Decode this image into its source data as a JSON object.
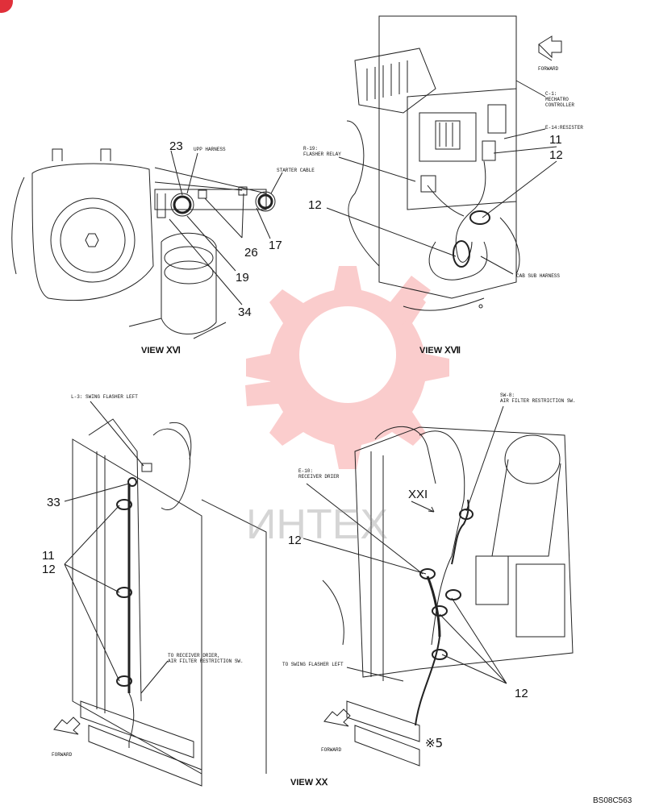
{
  "sheet_code": "BS08C563",
  "watermark": "ИНТЕХ",
  "views": {
    "xvi": {
      "title": "VIEW ⅩⅥ",
      "labels": {
        "upp_harness": "UPP HARNESS",
        "starter_cable": "STARTER CABLE"
      },
      "callouts": [
        "23",
        "26",
        "17",
        "19",
        "34"
      ]
    },
    "xvii": {
      "title": "VIEW ⅩⅦ",
      "forward": "FORWARD",
      "labels": {
        "c1": "C-1:\nMECHATRO\nCONTROLLER",
        "e14": "E-14:RESISTER",
        "r19": "R-19:\nFLASHER RELAY",
        "cab_sub": "CAB SUB HARNESS"
      },
      "callouts": [
        "11",
        "12",
        "12"
      ]
    },
    "xx": {
      "title": "VIEW ⅩⅩ",
      "forward": "FORWARD",
      "labels": {
        "l3": "L-3: SWING FLASHER LEFT",
        "to_receiver": "TO RECEIVER DRIER,\nAIR FILTER RESTRICTION SW."
      },
      "callouts": [
        "33",
        "11",
        "12"
      ]
    },
    "xxi": {
      "forward": "FORWARD",
      "marker": "XXI",
      "labels": {
        "sw8": "SW-8:\nAIR FILTER RESTRICTION SW.",
        "e10": "E-10:\nRECEIVER DRIER",
        "to_swing": "TO SWING FLASHER LEFT"
      },
      "callouts": [
        "12",
        "12"
      ],
      "note": "※5"
    }
  }
}
